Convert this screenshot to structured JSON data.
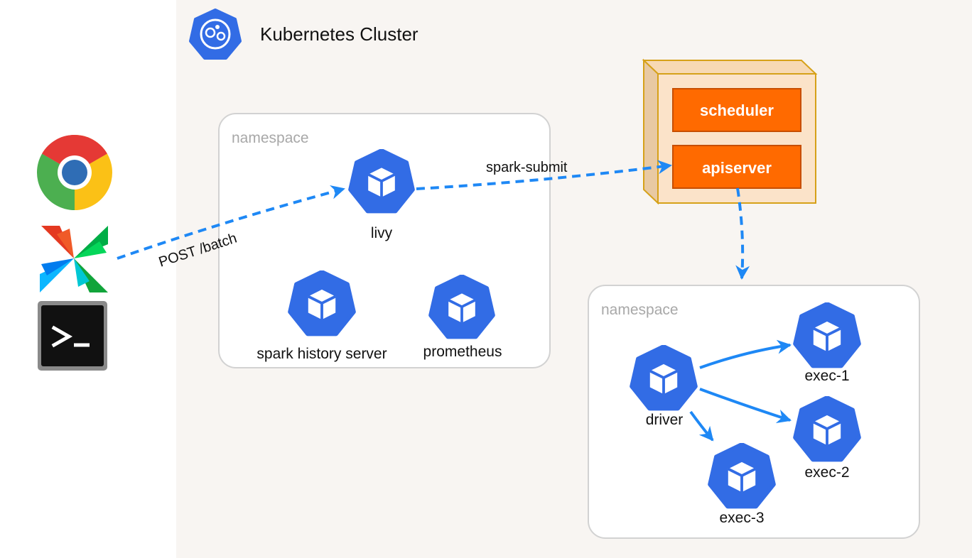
{
  "cluster": {
    "title": "Kubernetes Cluster",
    "icon": "kubernetes-wheel-icon"
  },
  "clients": [
    {
      "name": "chrome",
      "icon": "chrome-icon"
    },
    {
      "name": "airflow",
      "icon": "airflow-pinwheel-icon"
    },
    {
      "name": "terminal",
      "icon": "terminal-icon",
      "prompt": ">_"
    }
  ],
  "namespace_top": {
    "label": "namespace",
    "pods": [
      {
        "id": "livy",
        "label": "livy"
      },
      {
        "id": "spark-history",
        "label": "spark history server"
      },
      {
        "id": "prometheus",
        "label": "prometheus"
      }
    ]
  },
  "control_plane": {
    "components": [
      {
        "id": "scheduler",
        "label": "scheduler"
      },
      {
        "id": "apiserver",
        "label": "apiserver"
      }
    ]
  },
  "namespace_bottom": {
    "label": "namespace",
    "pods": [
      {
        "id": "driver",
        "label": "driver"
      },
      {
        "id": "exec-1",
        "label": "exec-1"
      },
      {
        "id": "exec-2",
        "label": "exec-2"
      },
      {
        "id": "exec-3",
        "label": "exec-3"
      }
    ]
  },
  "edges": [
    {
      "from": "clients",
      "to": "livy",
      "label": "POST /batch",
      "style": "dashed"
    },
    {
      "from": "livy",
      "to": "apiserver",
      "label": "spark-submit",
      "style": "dashed"
    },
    {
      "from": "apiserver",
      "to": "namespace_bottom",
      "label": "",
      "style": "dashed"
    },
    {
      "from": "driver",
      "to": "exec-1",
      "label": "",
      "style": "solid"
    },
    {
      "from": "driver",
      "to": "exec-2",
      "label": "",
      "style": "solid"
    },
    {
      "from": "driver",
      "to": "exec-3",
      "label": "",
      "style": "solid"
    }
  ],
  "colors": {
    "cluster_bg": "#f8f5f2",
    "k8s_blue": "#326ce5",
    "arrow_blue": "#1e88f5",
    "control_plane_fill": "#fbe3c9",
    "control_plane_border": "#d6a119",
    "component_fill": "#ff6a00",
    "component_border": "#c74e00"
  }
}
